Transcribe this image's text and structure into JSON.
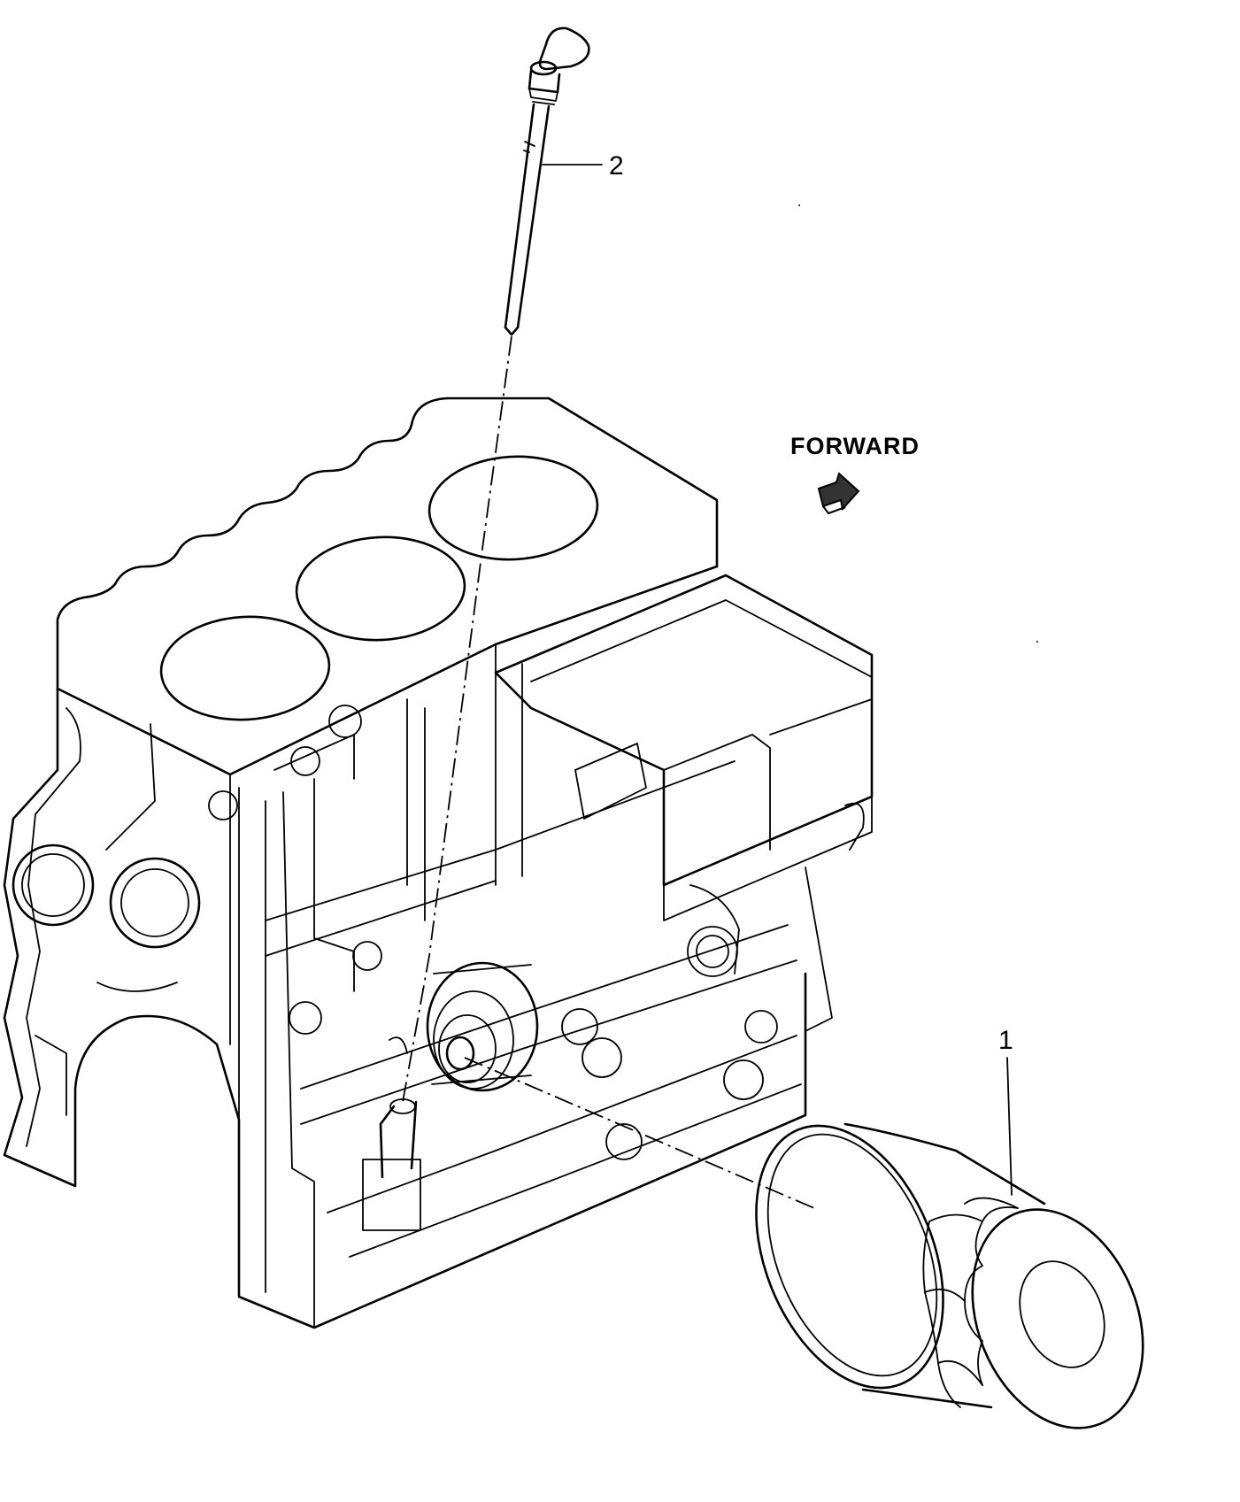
{
  "diagram": {
    "forward_label": "FORWARD",
    "callouts": [
      {
        "id": "1"
      },
      {
        "id": "2"
      }
    ]
  }
}
